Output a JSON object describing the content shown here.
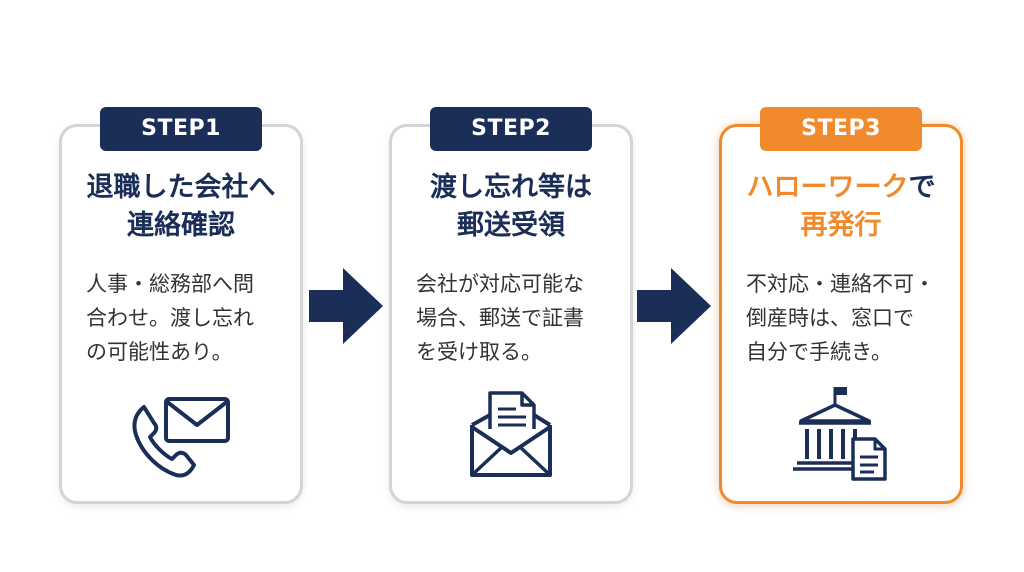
{
  "steps": [
    {
      "badge": "STEP1",
      "title_lines": [
        "退職した会社へ",
        "連絡確認"
      ],
      "desc_lines": [
        "人事・総務部へ問",
        "合わせ。渡し忘れ",
        "の可能性あり。"
      ],
      "icon": "phone-mail-icon"
    },
    {
      "badge": "STEP2",
      "title_lines": [
        "渡し忘れ等は",
        "郵送受領"
      ],
      "desc_lines": [
        "会社が対応可能な",
        "場合、郵送で証書",
        "を受け取る。"
      ],
      "icon": "envelope-document-icon"
    },
    {
      "badge": "STEP3",
      "title_line1_orange": "ハローワーク",
      "title_line1_navy": "で",
      "title_line2": "再発行",
      "desc_lines": [
        "不対応・連絡不可・",
        "倒産時は、窓口で",
        "自分で手続き。"
      ],
      "icon": "government-building-icon"
    }
  ],
  "colors": {
    "navy": "#1b2e58",
    "orange": "#f08a2c",
    "card_border": "#d2d4d8"
  }
}
